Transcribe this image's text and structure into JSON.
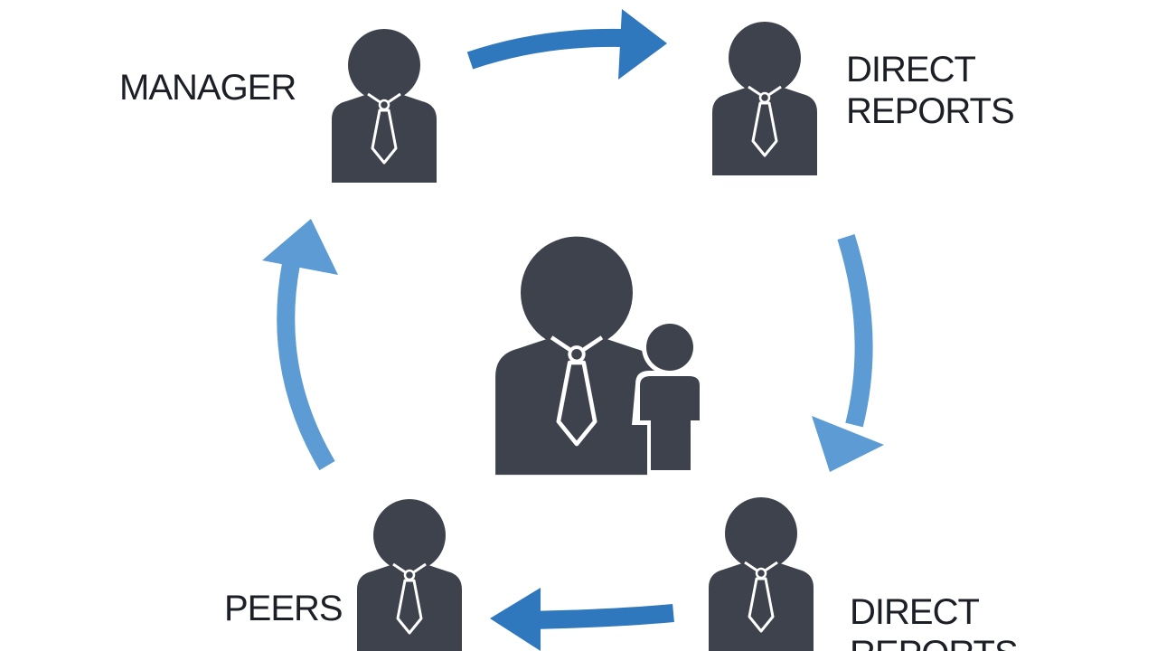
{
  "colors": {
    "person": "#3e424c",
    "tie_stroke": "#ffffff",
    "arrow_dark": "#2f78be",
    "arrow_light": "#5c9bd3",
    "text": "#1c1f26",
    "background": "#ffffff"
  },
  "nodes": {
    "manager": {
      "lines": [
        "MANAGER"
      ],
      "icon": "person-with-tie-icon"
    },
    "direct_reports_top": {
      "lines": [
        "DIRECT",
        "REPORTS"
      ],
      "icon": "person-with-tie-icon"
    },
    "direct_reports_bottom": {
      "lines": [
        "DIRECT",
        "REPORTS"
      ],
      "icon": "person-with-tie-icon"
    },
    "peers": {
      "lines": [
        "PEERS"
      ],
      "icon": "person-with-tie-icon"
    },
    "center": {
      "icon": "employee-with-colleague-icon"
    }
  },
  "cycle": {
    "direction": "clockwise",
    "arrows": [
      {
        "from": "manager",
        "to": "direct_reports_top",
        "icon": "arrow-right-icon"
      },
      {
        "from": "direct_reports_top",
        "to": "direct_reports_bottom",
        "icon": "arrow-down-icon"
      },
      {
        "from": "direct_reports_bottom",
        "to": "peers",
        "icon": "arrow-left-icon"
      },
      {
        "from": "peers",
        "to": "manager",
        "icon": "arrow-up-icon"
      }
    ]
  }
}
